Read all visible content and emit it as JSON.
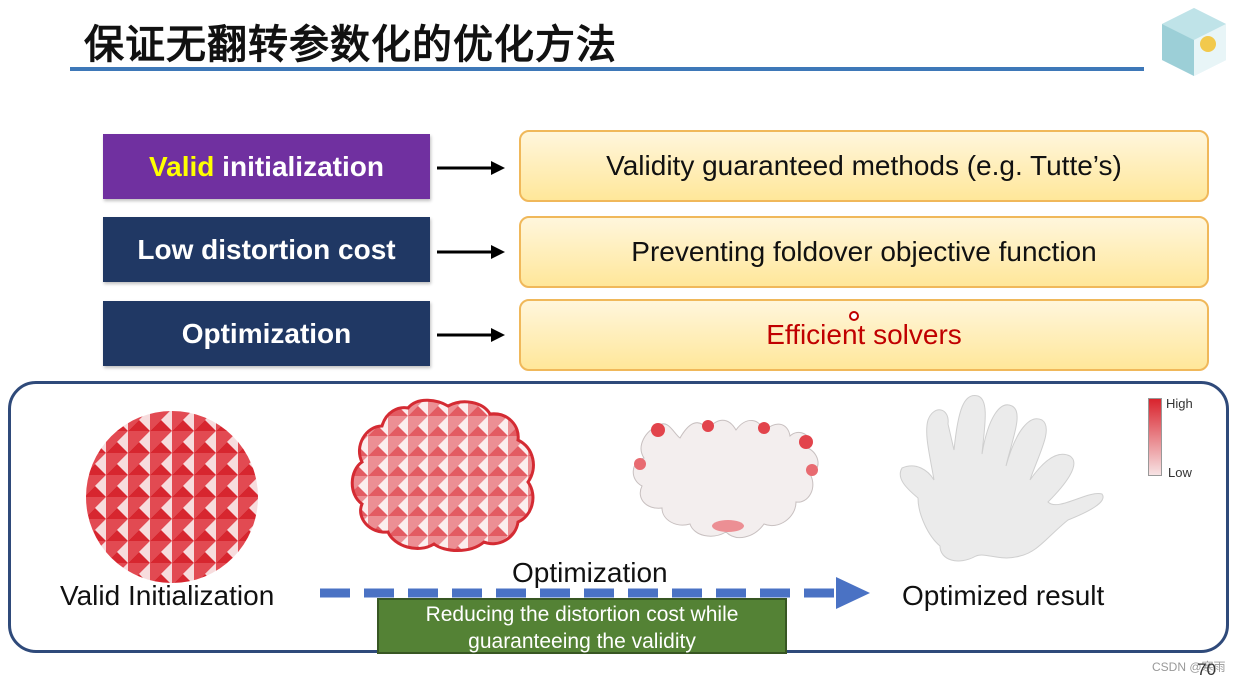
{
  "header": {
    "title": "保证无翻转参数化的优化方法"
  },
  "rows": [
    {
      "left_highlight": "Valid",
      "left_rest": " initialization",
      "right": "Validity guaranteed methods (e.g. Tutte’s)"
    },
    {
      "left": "Low distortion cost",
      "right": "Preventing foldover objective function"
    },
    {
      "left": "Optimization",
      "right": "Efficient solvers"
    }
  ],
  "figure": {
    "caption_initial": "Valid Initialization",
    "caption_middle": "Optimization",
    "caption_final": "Optimized result",
    "note": "Reducing the distortion cost while guaranteeing the validity",
    "legend_high": "High",
    "legend_low": "Low"
  },
  "footer": {
    "page_number": "70",
    "watermark": "CSDN @寒雨"
  },
  "colors": {
    "purple": "#7030a0",
    "navy": "#203864",
    "accent_blue": "#3e78b8",
    "green": "#548235",
    "red": "#c00000"
  }
}
